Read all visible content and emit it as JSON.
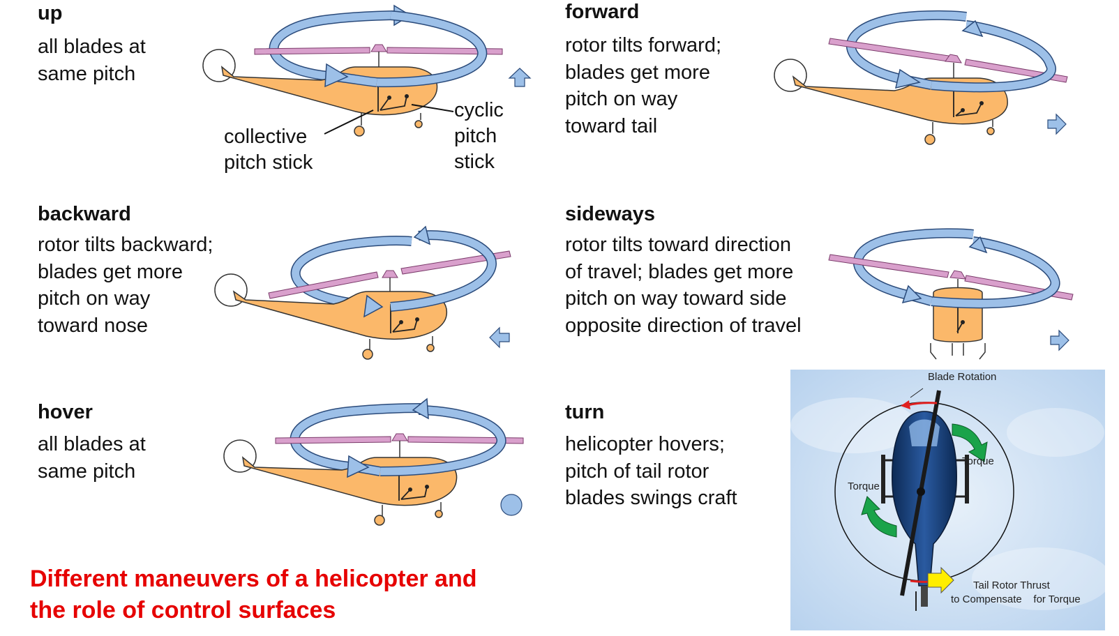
{
  "sections": {
    "up": {
      "title": "up",
      "body": "all blades at\nsame pitch"
    },
    "forward": {
      "title": "forward",
      "body": "rotor tilts forward;\nblades get more\npitch on way\ntoward tail"
    },
    "backward": {
      "title": "backward",
      "body": "rotor tilts backward;\nblades get more\npitch on way\ntoward nose"
    },
    "sideways": {
      "title": "sideways",
      "body": "rotor tilts toward direction\nof travel; blades get more\npitch on way toward side\nopposite direction of travel"
    },
    "hover": {
      "title": "hover",
      "body": "all blades at\nsame pitch"
    },
    "turn": {
      "title": "turn",
      "body": "helicopter hovers;\npitch of tail rotor\nblades swings craft"
    }
  },
  "labels": {
    "collective": "collective\npitch stick",
    "cyclic": "cyclic\npitch\nstick"
  },
  "photo": {
    "blade_rotation": "Blade Rotation",
    "torque_right": "Torque",
    "torque_left": "Torque",
    "tail_thrust_line1": "Tail Rotor Thrust",
    "tail_thrust_line2": "to Compensate    for Torque"
  },
  "caption": "Different maneuvers of a helicopter and\nthe role of control surfaces",
  "colors": {
    "fuselage": "#fbb86a",
    "rotor_ring": "#9dc0e8",
    "blade": "#d9a0cc",
    "caption": "#e60000",
    "torque_arrow": "#1aa34a",
    "thrust_arrow": "#ffee00",
    "rotation_arrow": "#e02020"
  }
}
